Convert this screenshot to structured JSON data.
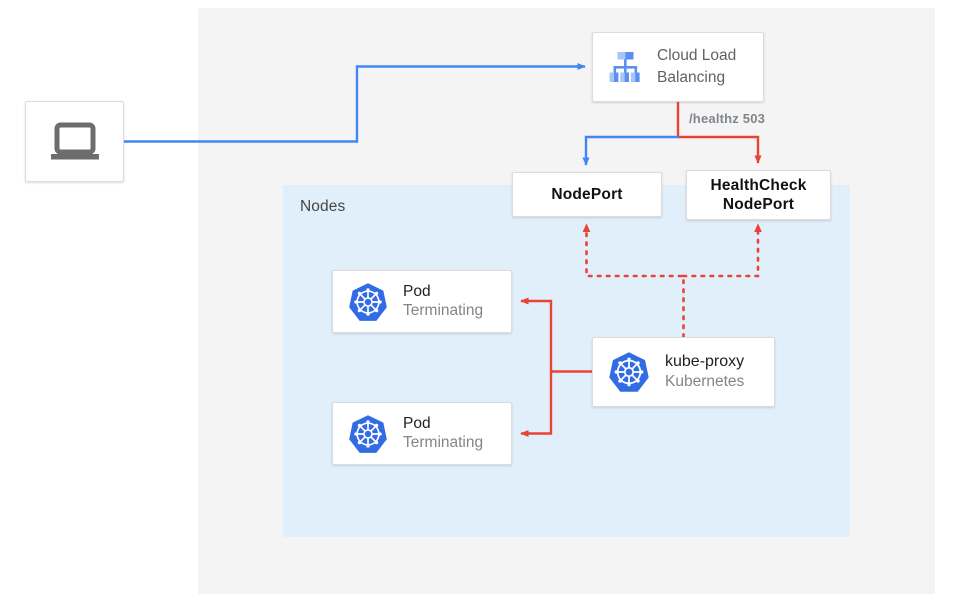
{
  "diagram": {
    "title": "Kubernetes external traffic policy health check diagram",
    "regions": {
      "outer_label": "",
      "nodes_label": "Nodes"
    },
    "colors": {
      "outer_region": "#f4f4f4",
      "nodes_region": "#e1effb",
      "blue_flow": "#4285f4",
      "red_flow": "#ea4335",
      "kubernetes_blue": "#326ce5",
      "card_border": "#dadce0",
      "muted_text": "#80868b"
    },
    "nodes": {
      "client": {
        "name": "client",
        "icon": "laptop-icon",
        "label": ""
      },
      "cloud_load_balancing": {
        "icon": "cloud-load-balancing-icon",
        "line1": "Cloud Load",
        "line2": "Balancing"
      },
      "nodeport": {
        "label": "NodePort"
      },
      "healthcheck_nodeport": {
        "line1": "HealthCheck",
        "line2": "NodePort"
      },
      "pod1": {
        "icon": "kubernetes-icon",
        "title": "Pod",
        "subtitle": "Terminating"
      },
      "pod2": {
        "icon": "kubernetes-icon",
        "title": "Pod",
        "subtitle": "Terminating"
      },
      "kube_proxy": {
        "icon": "kubernetes-icon",
        "title": "kube-proxy",
        "subtitle": "Kubernetes"
      }
    },
    "edges": {
      "healthz": {
        "label": "/healthz 503",
        "color": "#ea4335",
        "style": "solid"
      },
      "client_to_lb": {
        "label": "",
        "color": "#4285f4",
        "style": "solid"
      },
      "lb_to_nodeport": {
        "label": "",
        "color": "#4285f4",
        "style": "solid"
      },
      "lb_to_healthcheck": {
        "label": "",
        "color": "#ea4335",
        "style": "solid"
      },
      "kubeproxy_to_nodeports": {
        "label": "",
        "color": "#ea4335",
        "style": "dotted"
      },
      "kubeproxy_to_pods": {
        "label": "",
        "color": "#ea4335",
        "style": "solid"
      }
    }
  }
}
